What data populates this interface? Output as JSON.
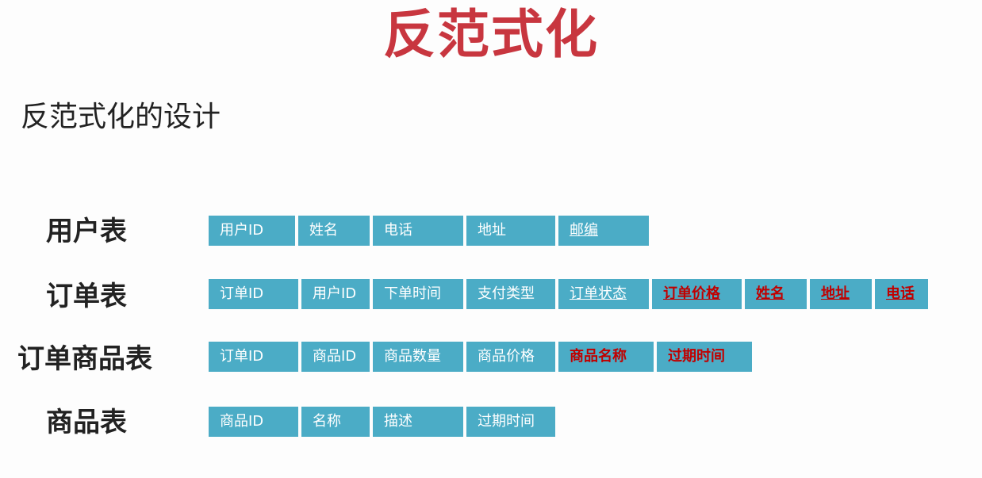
{
  "title": "反范式化",
  "subtitle": "反范式化的设计",
  "tables": [
    {
      "label": "用户表",
      "fields": [
        {
          "text": "用户ID",
          "color": "white",
          "underline": false
        },
        {
          "text": "姓名",
          "color": "white",
          "underline": false
        },
        {
          "text": "电话",
          "color": "white",
          "underline": false
        },
        {
          "text": "地址",
          "color": "white",
          "underline": false
        },
        {
          "text": "邮编",
          "color": "white",
          "underline": true
        }
      ]
    },
    {
      "label": "订单表",
      "fields": [
        {
          "text": "订单ID",
          "color": "white",
          "underline": false
        },
        {
          "text": "用户ID",
          "color": "white",
          "underline": false
        },
        {
          "text": "下单时间",
          "color": "white",
          "underline": false
        },
        {
          "text": "支付类型",
          "color": "white",
          "underline": false
        },
        {
          "text": "订单状态",
          "color": "white",
          "underline": true
        },
        {
          "text": "订单价格",
          "color": "red",
          "underline": true
        },
        {
          "text": "姓名",
          "color": "red",
          "underline": true
        },
        {
          "text": "地址",
          "color": "red",
          "underline": true
        },
        {
          "text": "电话",
          "color": "red",
          "underline": true
        }
      ]
    },
    {
      "label": "订单商品表",
      "fields": [
        {
          "text": "订单ID",
          "color": "white",
          "underline": false
        },
        {
          "text": "商品ID",
          "color": "white",
          "underline": false
        },
        {
          "text": "商品数量",
          "color": "white",
          "underline": false
        },
        {
          "text": "商品价格",
          "color": "white",
          "underline": false
        },
        {
          "text": "商品名称",
          "color": "red",
          "underline": false
        },
        {
          "text": "过期时间",
          "color": "red",
          "underline": false
        }
      ]
    },
    {
      "label": "商品表",
      "fields": [
        {
          "text": "商品ID",
          "color": "white",
          "underline": false
        },
        {
          "text": "名称",
          "color": "white",
          "underline": false
        },
        {
          "text": "描述",
          "color": "white",
          "underline": false
        },
        {
          "text": "过期时间",
          "color": "white",
          "underline": false
        }
      ]
    }
  ],
  "colors": {
    "title": "#c8363f",
    "cell_background": "#4bacc6",
    "highlight_text": "#c00000",
    "normal_text": "#ffffff"
  }
}
